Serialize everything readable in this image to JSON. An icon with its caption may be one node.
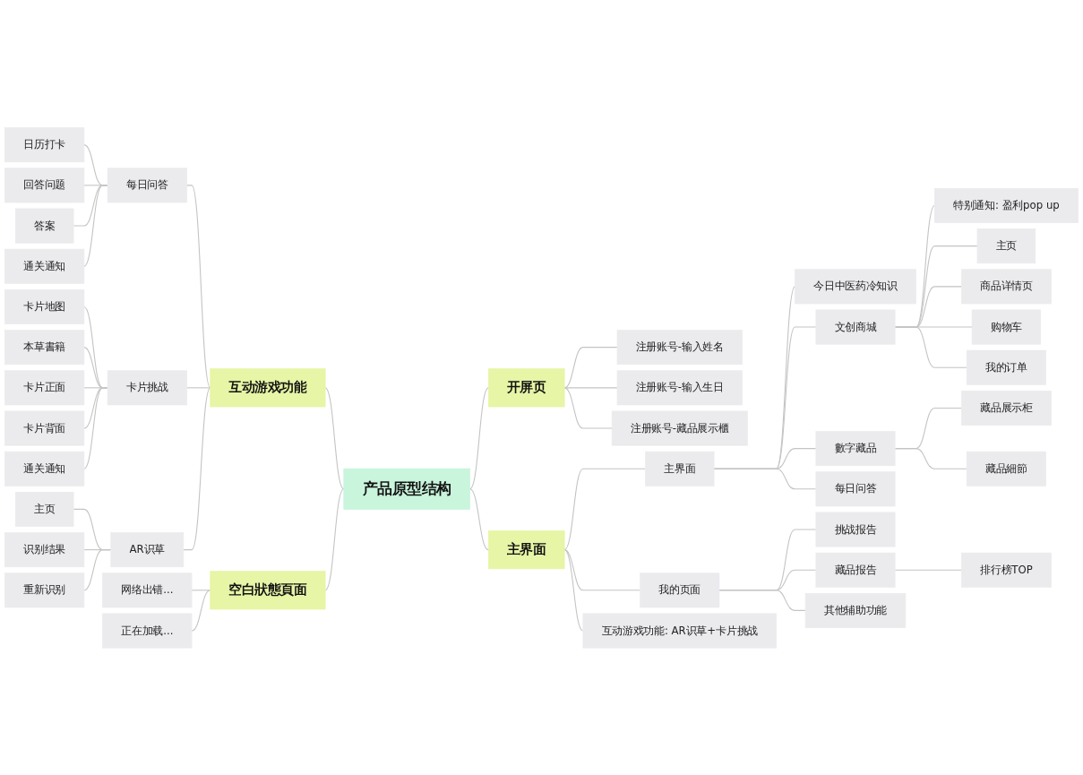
{
  "diagram": {
    "nodes": [
      {
        "text": [
          "产品原型结构"
        ]
      },
      {
        "text": [
          "互动游戏功能"
        ]
      },
      {
        "text": [
          "每日问答"
        ]
      },
      {
        "text": [
          "日历打卡"
        ]
      },
      {
        "text": [
          "回答问题"
        ]
      },
      {
        "text": [
          "答案"
        ]
      },
      {
        "text": [
          "通关通知"
        ]
      },
      {
        "text": [
          "卡片挑战"
        ]
      },
      {
        "text": [
          "卡片地图"
        ]
      },
      {
        "text": [
          "本草書籍"
        ]
      },
      {
        "text": [
          "卡片正面"
        ]
      },
      {
        "text": [
          "卡片背面"
        ]
      },
      {
        "text": [
          "通关通知"
        ]
      },
      {
        "text": [
          "AR识草"
        ]
      },
      {
        "text": [
          "主页"
        ]
      },
      {
        "text": [
          "识别结果"
        ]
      },
      {
        "text": [
          "重新识别"
        ]
      },
      {
        "text": [
          "空白狀態頁面"
        ]
      },
      {
        "text": [
          "网络出错..."
        ]
      },
      {
        "text": [
          "正在加载..."
        ]
      },
      {
        "text": [
          "开屏页"
        ]
      },
      {
        "text": [
          "注册账号-输入姓名"
        ]
      },
      {
        "text": [
          "注册账号-输入生日"
        ]
      },
      {
        "text": [
          "注册账号-藏品展示櫃"
        ]
      },
      {
        "text": [
          "主界面"
        ]
      },
      {
        "text": [
          "主界面"
        ]
      },
      {
        "text": [
          "今日中医药冷知识"
        ]
      },
      {
        "text": [
          "文创商城"
        ]
      },
      {
        "text": [
          "特别通知: 盈利pop up"
        ]
      },
      {
        "text": [
          "主页"
        ]
      },
      {
        "text": [
          "商品详情页"
        ]
      },
      {
        "text": [
          "购物车"
        ]
      },
      {
        "text": [
          "我的订单"
        ]
      },
      {
        "text": [
          "數字藏品"
        ]
      },
      {
        "text": [
          "藏品展示柜"
        ]
      },
      {
        "text": [
          "藏品細節"
        ]
      },
      {
        "text": [
          "每日问答"
        ]
      },
      {
        "text": [
          "我的页面"
        ]
      },
      {
        "text": [
          "挑战报告"
        ]
      },
      {
        "text": [
          "藏品报告"
        ]
      },
      {
        "text": [
          "排行榜TOP"
        ]
      },
      {
        "text": [
          "其他辅助功能"
        ]
      },
      {
        "text": [
          "互动游戏功能: AR识草+卡片挑战"
        ]
      }
    ],
    "edges": [
      {
        "from": 1,
        "to": 0,
        "arrow": "none"
      },
      {
        "from": 2,
        "to": 1,
        "arrow": "none"
      },
      {
        "from": 3,
        "to": 2,
        "arrow": "none"
      },
      {
        "from": 4,
        "to": 2,
        "arrow": "none"
      },
      {
        "from": 5,
        "to": 2,
        "arrow": "none"
      },
      {
        "from": 6,
        "to": 2,
        "arrow": "none"
      },
      {
        "from": 7,
        "to": 1,
        "arrow": "none"
      },
      {
        "from": 8,
        "to": 7,
        "arrow": "none"
      },
      {
        "from": 9,
        "to": 7,
        "arrow": "none"
      },
      {
        "from": 10,
        "to": 7,
        "arrow": "none"
      },
      {
        "from": 11,
        "to": 7,
        "arrow": "none"
      },
      {
        "from": 12,
        "to": 7,
        "arrow": "none"
      },
      {
        "from": 13,
        "to": 1,
        "arrow": "none"
      },
      {
        "from": 14,
        "to": 13,
        "arrow": "none"
      },
      {
        "from": 15,
        "to": 13,
        "arrow": "none"
      },
      {
        "from": 16,
        "to": 13,
        "arrow": "none"
      },
      {
        "from": 17,
        "to": 0,
        "arrow": "none"
      },
      {
        "from": 18,
        "to": 17,
        "arrow": "none"
      },
      {
        "from": 19,
        "to": 17,
        "arrow": "none"
      },
      {
        "from": 0,
        "to": 20,
        "arrow": "none"
      },
      {
        "from": 20,
        "to": 21,
        "arrow": "none"
      },
      {
        "from": 20,
        "to": 22,
        "arrow": "none"
      },
      {
        "from": 20,
        "to": 23,
        "arrow": "none"
      },
      {
        "from": 0,
        "to": 24,
        "arrow": "none"
      },
      {
        "from": 24,
        "to": 25,
        "arrow": "none"
      },
      {
        "from": 25,
        "to": 26,
        "arrow": "none"
      },
      {
        "from": 25,
        "to": 27,
        "arrow": "none"
      },
      {
        "from": 27,
        "to": 28,
        "arrow": "none"
      },
      {
        "from": 27,
        "to": 29,
        "arrow": "none"
      },
      {
        "from": 27,
        "to": 30,
        "arrow": "none"
      },
      {
        "from": 27,
        "to": 31,
        "arrow": "none"
      },
      {
        "from": 27,
        "to": 32,
        "arrow": "none"
      },
      {
        "from": 25,
        "to": 33,
        "arrow": "none"
      },
      {
        "from": 33,
        "to": 34,
        "arrow": "none"
      },
      {
        "from": 33,
        "to": 35,
        "arrow": "none"
      },
      {
        "from": 25,
        "to": 36,
        "arrow": "none"
      },
      {
        "from": 24,
        "to": 37,
        "arrow": "none"
      },
      {
        "from": 37,
        "to": 38,
        "arrow": "none"
      },
      {
        "from": 37,
        "to": 39,
        "arrow": "none"
      },
      {
        "from": 39,
        "to": 40,
        "arrow": "none"
      },
      {
        "from": 37,
        "to": 41,
        "arrow": "none"
      },
      {
        "from": 24,
        "to": 42,
        "arrow": "none"
      }
    ]
  }
}
